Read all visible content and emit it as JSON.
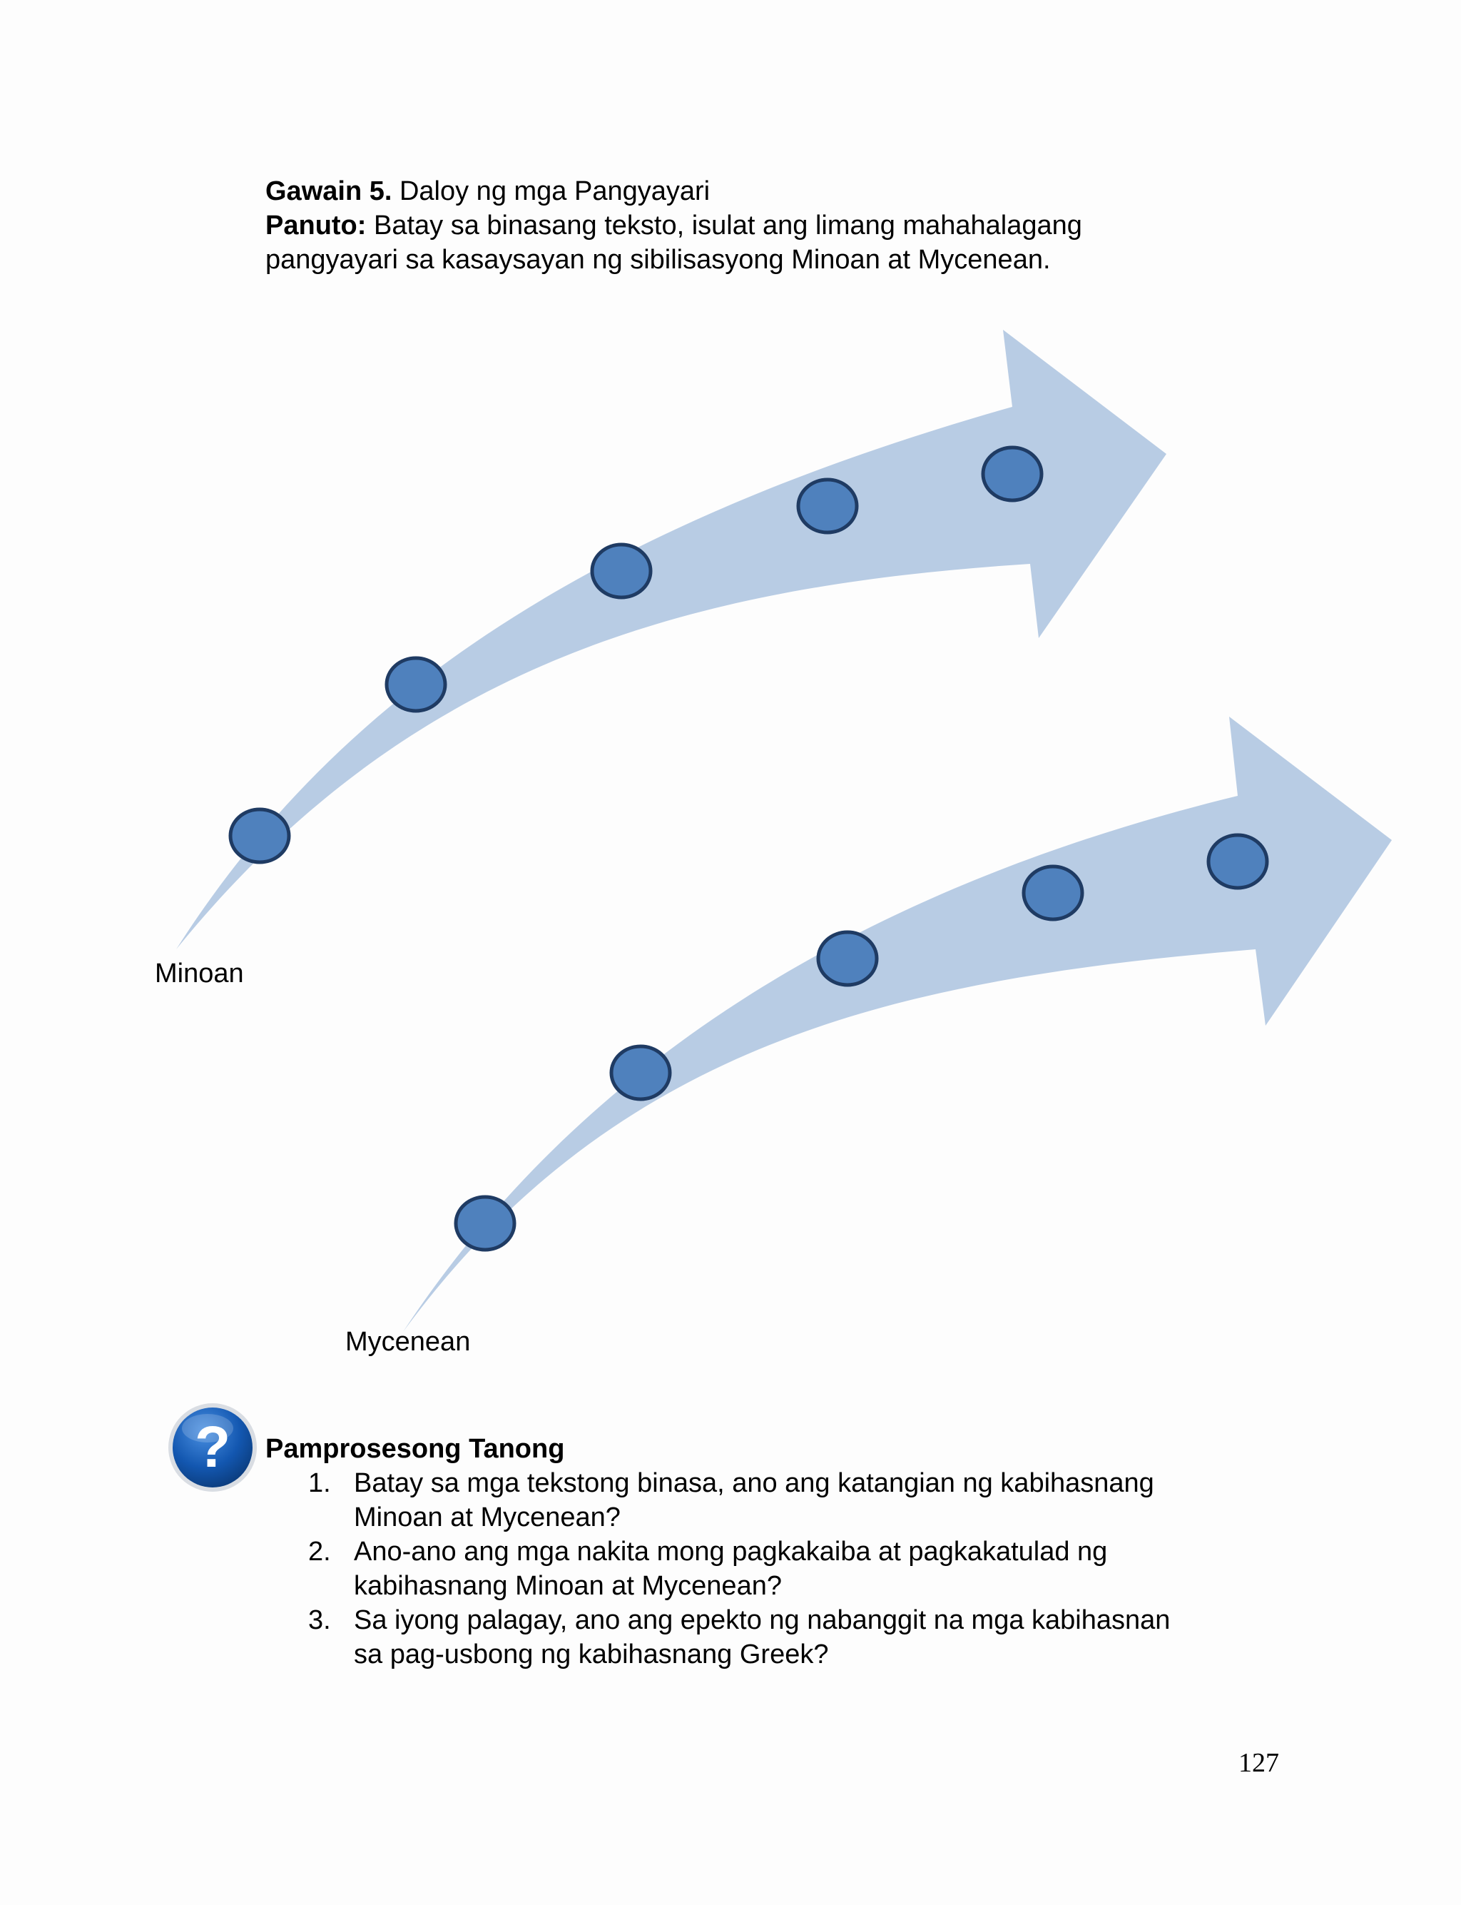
{
  "activity": {
    "label": "Gawain 5.",
    "title": "Daloy ng mga Pangyayari",
    "instruction_label": "Panuto:",
    "instruction_line1": "Batay sa binasang teksto, isulat ang limang mahahalagang",
    "instruction_line2": "pangyayari sa kasaysayan ng sibilisasyong Minoan at Mycenean."
  },
  "diagram": {
    "arrow_fill": "#b8cce4",
    "circle_fill": "#4f81bd",
    "circle_stroke": "#1f3b63",
    "arrows": [
      {
        "label": "Minoan",
        "event_count": 5
      },
      {
        "label": "Mycenean",
        "event_count": 5
      }
    ]
  },
  "questions": {
    "icon": "question-mark-icon",
    "title": "Pamprosesong Tanong",
    "items": [
      {
        "num": "1.",
        "line1": "Batay sa mga tekstong binasa, ano ang katangian ng kabihasnang",
        "line2": "Minoan at Mycenean?"
      },
      {
        "num": "2.",
        "line1": "Ano-ano ang mga nakita mong pagkakaiba at pagkakatulad ng",
        "line2": "kabihasnang Minoan at Mycenean?"
      },
      {
        "num": "3.",
        "line1": "Sa iyong palagay, ano ang epekto ng nabanggit na mga kabihasnan",
        "line2": "sa pag-usbong ng kabihasnang Greek?"
      }
    ]
  },
  "page_number": "127"
}
